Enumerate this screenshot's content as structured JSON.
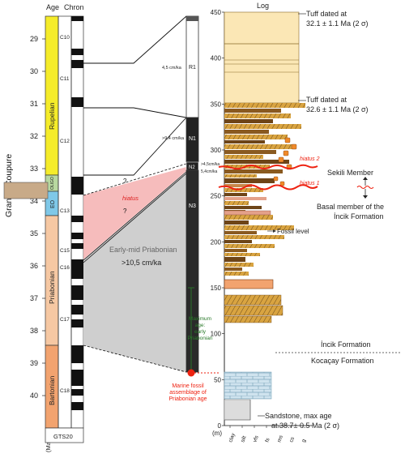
{
  "gts": {
    "age_header": "Age",
    "chron_header": "Chron",
    "axis_unit": "(Ma)",
    "footer": "GTS20",
    "grande_coupure": "Grande Coupure",
    "ticks": [
      "29",
      "30",
      "31",
      "32",
      "33",
      "34",
      "35",
      "36",
      "37",
      "38",
      "39",
      "40"
    ],
    "stages": [
      "Rupelian",
      "Priabonian",
      "Bartonian"
    ],
    "epochs": [
      "OLIGO",
      "EO"
    ],
    "chrons": [
      "C10",
      "C11",
      "C12",
      "C13",
      "C15",
      "C16",
      "C17",
      "C18"
    ]
  },
  "middle": {
    "units": [
      "R1",
      "N1",
      "N2",
      "N3"
    ],
    "rates": [
      "4,5 cm/ka",
      ">9,4 cm/ka",
      ">4,5cm/ka",
      "5,4cm/ka"
    ],
    "hiatus_label": "hiatus",
    "question_marks": [
      "?",
      "?"
    ],
    "priabonian_label": "Early-mid Priabonian",
    "priabonian_rate": ">10,5 cm/ka",
    "max_age_lines": [
      "Maximum",
      "age:",
      "early",
      "Priabonian"
    ],
    "marine_lines": [
      "Marine fossil",
      "assemblage of",
      "Priabonian age"
    ]
  },
  "log": {
    "title": "Log",
    "unit": "(m)",
    "ticks": [
      "0",
      "50",
      "100",
      "150",
      "200",
      "250",
      "300",
      "350",
      "400",
      "450"
    ],
    "grain_labels": [
      "clay",
      "silt",
      "vfs",
      "fs",
      "ms",
      "cs",
      "g"
    ],
    "hiatus_labels": [
      "hiatus 2",
      "hiatus 1"
    ],
    "tuff_1": [
      "Tuff dated at",
      "32.1 ± 1.1 Ma  (2 σ)"
    ],
    "tuff_2": [
      "Tuff dated at",
      "32.6 ± 1.1 Ma  (2 σ)"
    ],
    "sandstone": [
      "Sandstone, max  age",
      "at 38.7± 0.5 Ma (2 σ)"
    ],
    "fossil_level": "Fossil level",
    "members": [
      "Sekili Member",
      "Basal member of the",
      "İncik Formation"
    ],
    "formations": [
      "İncik Formation",
      "Kocaçay  Formation"
    ]
  }
}
